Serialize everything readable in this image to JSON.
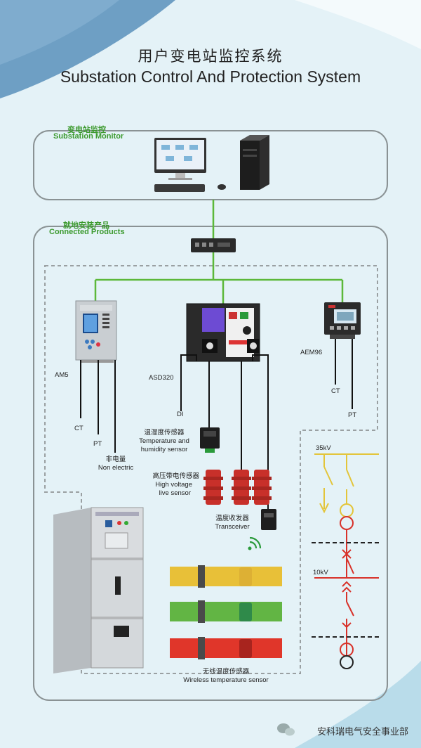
{
  "title": {
    "cn": "用户变电站监控系统",
    "en": "Substation Control And Protection System"
  },
  "monitor_section": {
    "cn": "变电站监控",
    "en": "Substation Monitor"
  },
  "products_section": {
    "cn": "就地安装产品",
    "en": "Connected Products"
  },
  "devices": {
    "am5": "AM5",
    "asd320": "ASD320",
    "aem96": "AEM96"
  },
  "signals": {
    "ct_left": "CT",
    "pt_left": "PT",
    "non_electric_cn": "非电量",
    "non_electric_en": "Non electric",
    "di": "DI",
    "ct_right": "CT",
    "pt_right": "PT"
  },
  "sensors": {
    "temp_humidity": {
      "cn": "温湿度传感器",
      "en1": "Temperature and",
      "en2": "humidity sensor"
    },
    "high_voltage": {
      "cn": "高压带电传感器",
      "en1": "High voltage",
      "en2": "live sensor"
    },
    "transceiver": {
      "cn": "温度收发器",
      "en": "Transceiver"
    },
    "wireless_temp": {
      "cn": "无线温度传感器",
      "en": "Wireless temperature sensor"
    }
  },
  "busbar": {
    "v35": "35kV",
    "v10": "10kV"
  },
  "footer": "安科瑞电气安全事业部",
  "colors": {
    "background": "#e4f2f7",
    "wire_green": "#5cb83a",
    "frame_gray": "#8a9294",
    "bar_yellow": "#e8c038",
    "bar_green": "#62b544",
    "bar_red": "#e0362a",
    "insulator_red": "#c8302a",
    "schematic_yellow": "#e3c53a",
    "schematic_red": "#d8322a"
  }
}
